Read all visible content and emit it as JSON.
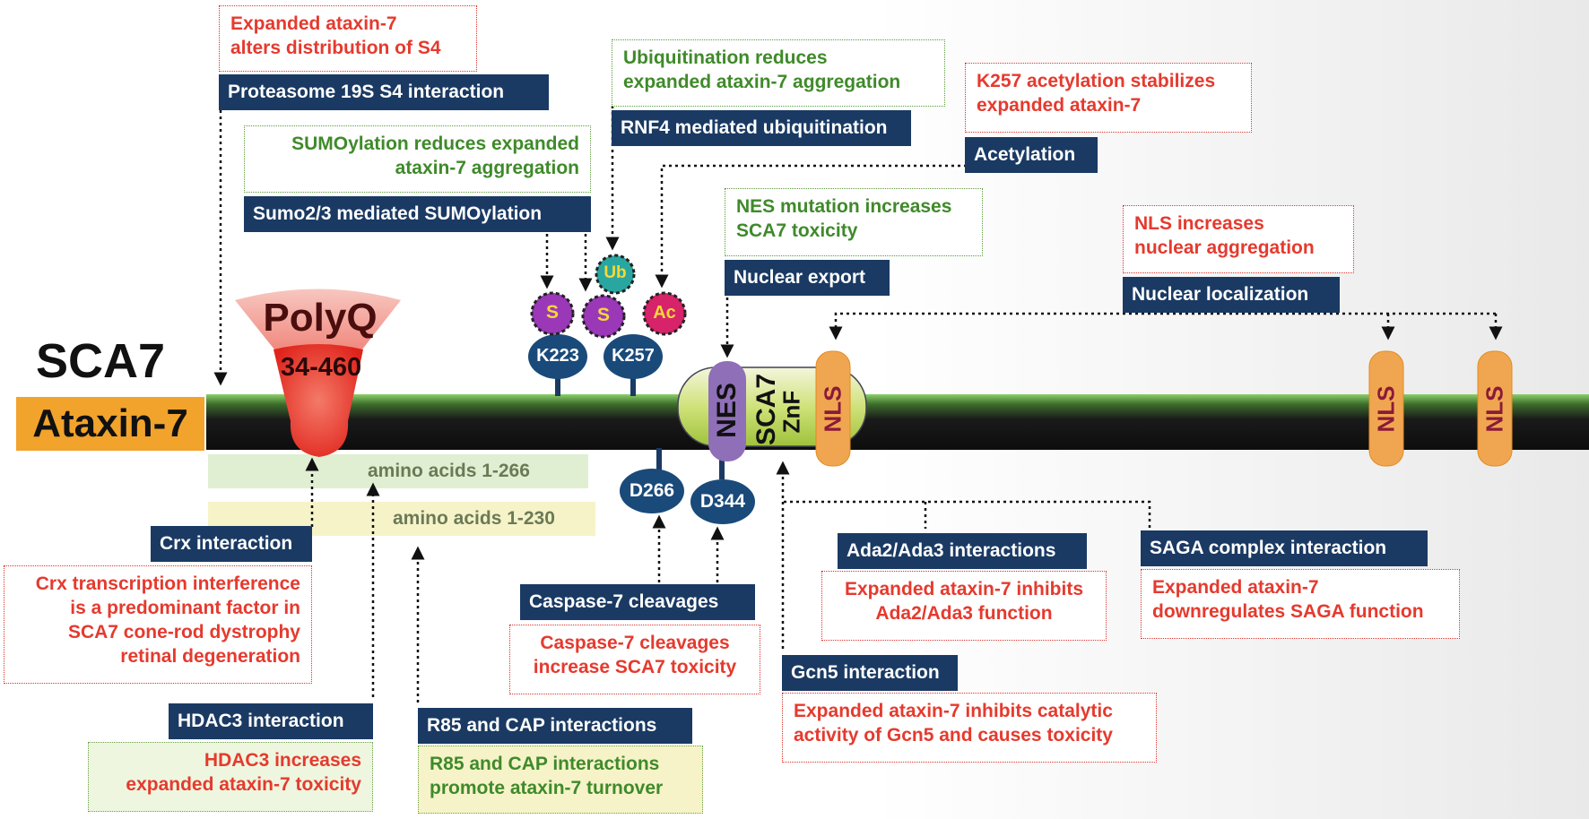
{
  "protein": {
    "name": "SCA7",
    "label": "Ataxin-7"
  },
  "polyq": {
    "title": "PolyQ",
    "range": "34-460"
  },
  "ranges": {
    "r266": "amino acids 1-266",
    "r230": "amino acids 1-230"
  },
  "lysines": {
    "k223": "K223",
    "k257": "K257"
  },
  "modifications": {
    "sumo": "S",
    "ub": "Ub",
    "ac": "Ac"
  },
  "cleavage_sites": {
    "d266": "D266",
    "d344": "D344"
  },
  "domains": {
    "nes": "NES",
    "znf_top": "SCA7",
    "znf_bottom": "ZnF",
    "nls": "NLS"
  },
  "interactions": {
    "proteasome": {
      "header": "Proteasome 19S S4 interaction",
      "lines": [
        "Expanded ataxin-7",
        "alters distribution of S4"
      ]
    },
    "sumo": {
      "header": "Sumo2/3 mediated SUMOylation",
      "lines": [
        "SUMOylation reduces expanded",
        "ataxin-7 aggregation"
      ]
    },
    "ubiq": {
      "header": "RNF4 mediated ubiquitination",
      "lines": [
        "Ubiquitination reduces",
        "expanded ataxin-7 aggregation"
      ]
    },
    "acetyl": {
      "header": "Acetylation",
      "lines": [
        "K257 acetylation stabilizes",
        "expanded ataxin-7"
      ]
    },
    "export": {
      "header": "Nuclear export",
      "lines": [
        "NES mutation increases",
        "SCA7 toxicity"
      ]
    },
    "localization": {
      "header": "Nuclear localization",
      "lines": [
        "NLS increases",
        "nuclear aggregation"
      ]
    },
    "crx": {
      "header": "Crx interaction",
      "lines": [
        "Crx transcription interference",
        "is a predominant factor in",
        "SCA7 cone-rod dystrophy",
        "retinal degeneration"
      ]
    },
    "hdac3": {
      "header": "HDAC3 interaction",
      "lines": [
        "HDAC3 increases",
        "expanded ataxin-7 toxicity"
      ]
    },
    "r85": {
      "header": "R85 and CAP interactions",
      "lines": [
        "R85 and CAP interactions",
        "promote ataxin-7 turnover"
      ]
    },
    "caspase": {
      "header": "Caspase-7 cleavages",
      "lines": [
        "Caspase-7 cleavages",
        "increase SCA7 toxicity"
      ]
    },
    "ada": {
      "header": "Ada2/Ada3 interactions",
      "lines": [
        "Expanded ataxin-7 inhibits",
        "Ada2/Ada3 function"
      ]
    },
    "saga": {
      "header": "SAGA complex  interaction",
      "lines": [
        "Expanded ataxin-7",
        "downregulates SAGA function"
      ]
    },
    "gcn5": {
      "header": "Gcn5 interaction",
      "lines": [
        "Expanded ataxin-7 inhibits catalytic",
        "activity of Gcn5 and causes toxicity"
      ]
    }
  },
  "colors": {
    "header_bg": "#1a3a63",
    "red_text": "#e53a2e",
    "green_text": "#3f8a2a",
    "backbone": "#3b6a2a",
    "polyq": "#e8302a",
    "ataxin_label": "#f2a32c"
  }
}
